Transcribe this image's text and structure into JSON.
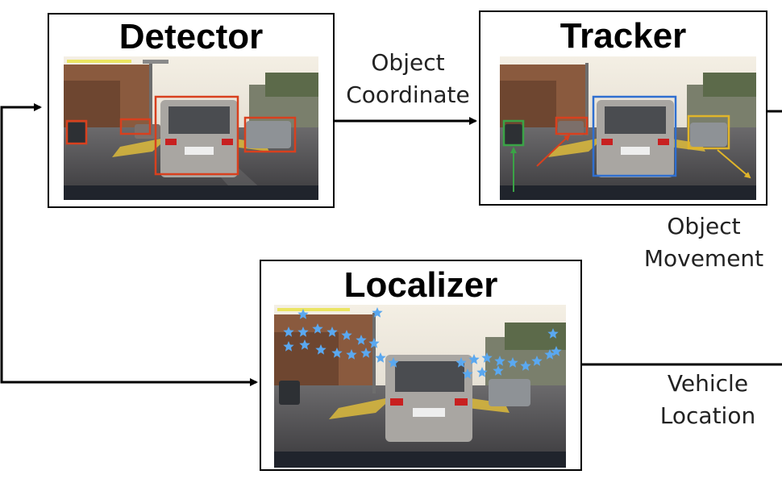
{
  "nodes": {
    "detector": {
      "title": "Detector"
    },
    "tracker": {
      "title": "Tracker"
    },
    "localizer": {
      "title": "Localizer"
    }
  },
  "edges": {
    "detector_to_tracker": {
      "line1": "Object",
      "line2": "Coordinate"
    },
    "tracker_out": {
      "line1": "Object",
      "line2": "Movement"
    },
    "localizer_out": {
      "line1": "Vehicle",
      "line2": "Location"
    }
  },
  "colors": {
    "detection_box": "#d8401e",
    "track_blue": "#2f6fd0",
    "track_green": "#3aa346",
    "track_yellow": "#e0b52a",
    "landmark_star": "#5aa8f0"
  }
}
